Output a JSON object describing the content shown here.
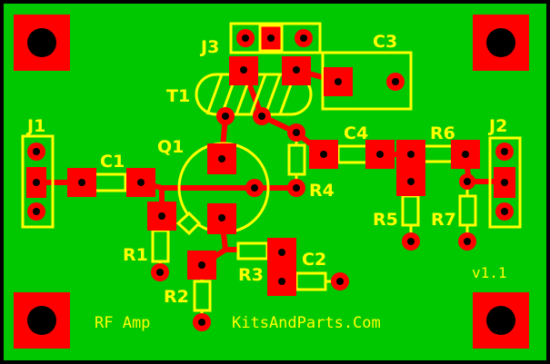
{
  "board": {
    "label_name": "RF Amp",
    "label_brand": "KitsAndParts.Com",
    "label_version": "v1.1"
  },
  "refs": {
    "j1": "J1",
    "j2": "J2",
    "j3": "J3",
    "t1": "T1",
    "q1": "Q1",
    "c1": "C1",
    "c2": "C2",
    "c3": "C3",
    "c4": "C4",
    "r1": "R1",
    "r2": "R2",
    "r3": "R3",
    "r4": "R4",
    "r5": "R5",
    "r6": "R6",
    "r7": "R7"
  },
  "colors": {
    "board": "#00c800",
    "copper": "#ff0000",
    "silkscreen": "#ffff00",
    "drill": "#000000",
    "edge": "#000000"
  }
}
